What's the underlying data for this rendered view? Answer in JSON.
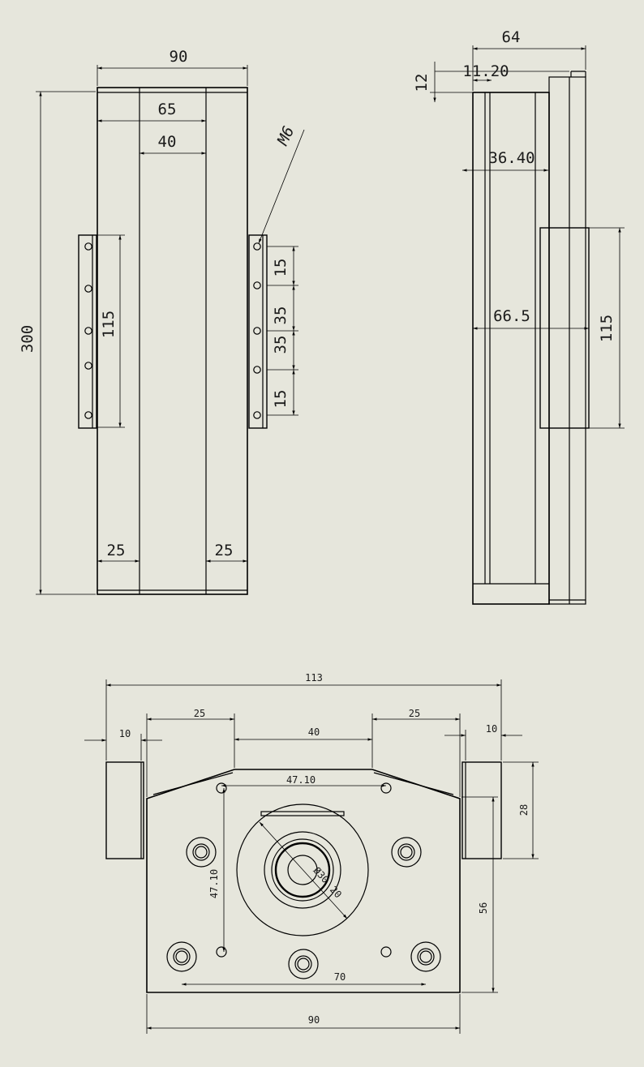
{
  "colors": {
    "background": "#e6e6dc",
    "line": "#000000",
    "dimension": "#1a1a1a"
  },
  "front_view": {
    "overall_width": "90",
    "inner_width": "65",
    "channel_width": "40",
    "overall_length": "300",
    "carriage_length": "115",
    "hole_spacing_1": "15",
    "hole_spacing_2": "35",
    "hole_spacing_3": "35",
    "hole_spacing_4": "15",
    "thread_callout": "M6",
    "end_margin_left": "25",
    "end_margin_right": "25"
  },
  "side_view": {
    "overall_height": "64",
    "offset_small": "11.20",
    "plate_thickness": "12",
    "rail_height": "36.40",
    "carriage_height": "66.5",
    "carriage_length": "115"
  },
  "end_view": {
    "overall_width": "113",
    "left_step": "25",
    "center_width": "40",
    "right_step": "25",
    "left_flange": "10",
    "right_flange": "10",
    "top_hole_spacing": "47.10",
    "vertical_hole_spacing": "47.10",
    "bore_diameter_label": "Ø30",
    "bore_inner_label": "20",
    "base_hole_spacing": "70",
    "base_width": "90",
    "flange_height": "28",
    "body_height": "56"
  }
}
